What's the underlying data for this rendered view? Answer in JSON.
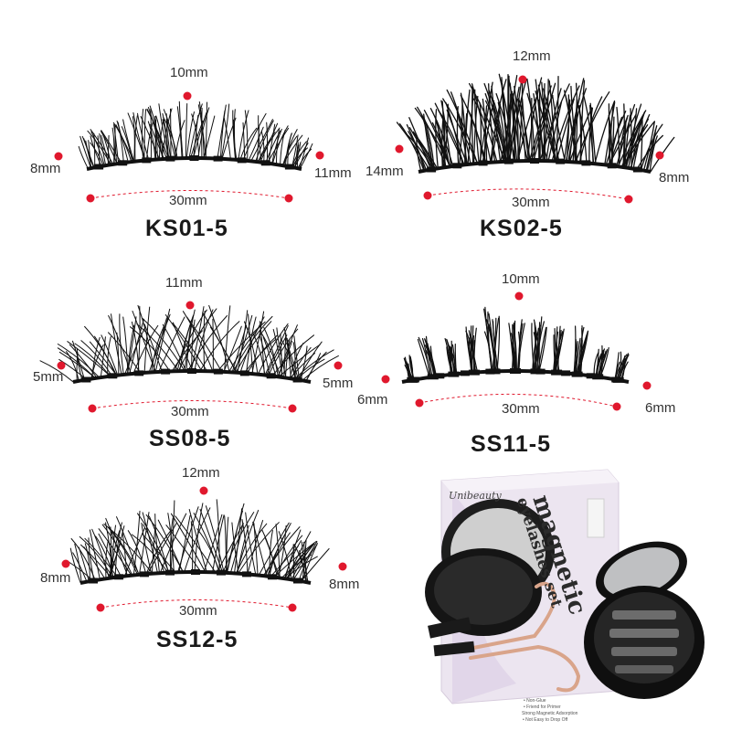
{
  "products": [
    {
      "code": "KS01-5",
      "top": "10mm",
      "left": "8mm",
      "right": "11mm",
      "width": "30mm"
    },
    {
      "code": "KS02-5",
      "top": "12mm",
      "left": "14mm",
      "right": "8mm",
      "width": "30mm"
    },
    {
      "code": "SS08-5",
      "top": "11mm",
      "left": "5mm",
      "right": "5mm",
      "width": "30mm"
    },
    {
      "code": "SS11-5",
      "top": "10mm",
      "left": "6mm",
      "right": "6mm",
      "width": "30mm"
    },
    {
      "code": "SS12-5",
      "top": "12mm",
      "left": "8mm",
      "right": "8mm",
      "width": "30mm"
    }
  ],
  "package": {
    "brand": "Unibeauty",
    "title_line1": "magnetic",
    "title_line2": "eyelashes set",
    "features": [
      "• Non-Glue",
      "• Friend for Primer",
      "Strong Magnetic Adsorption",
      "• Not Easy to Drop Off"
    ]
  },
  "colors": {
    "dot": "#e0182d",
    "lash": "#111111",
    "tweezer": "#d9a48a",
    "box": "#e9e0ee"
  }
}
